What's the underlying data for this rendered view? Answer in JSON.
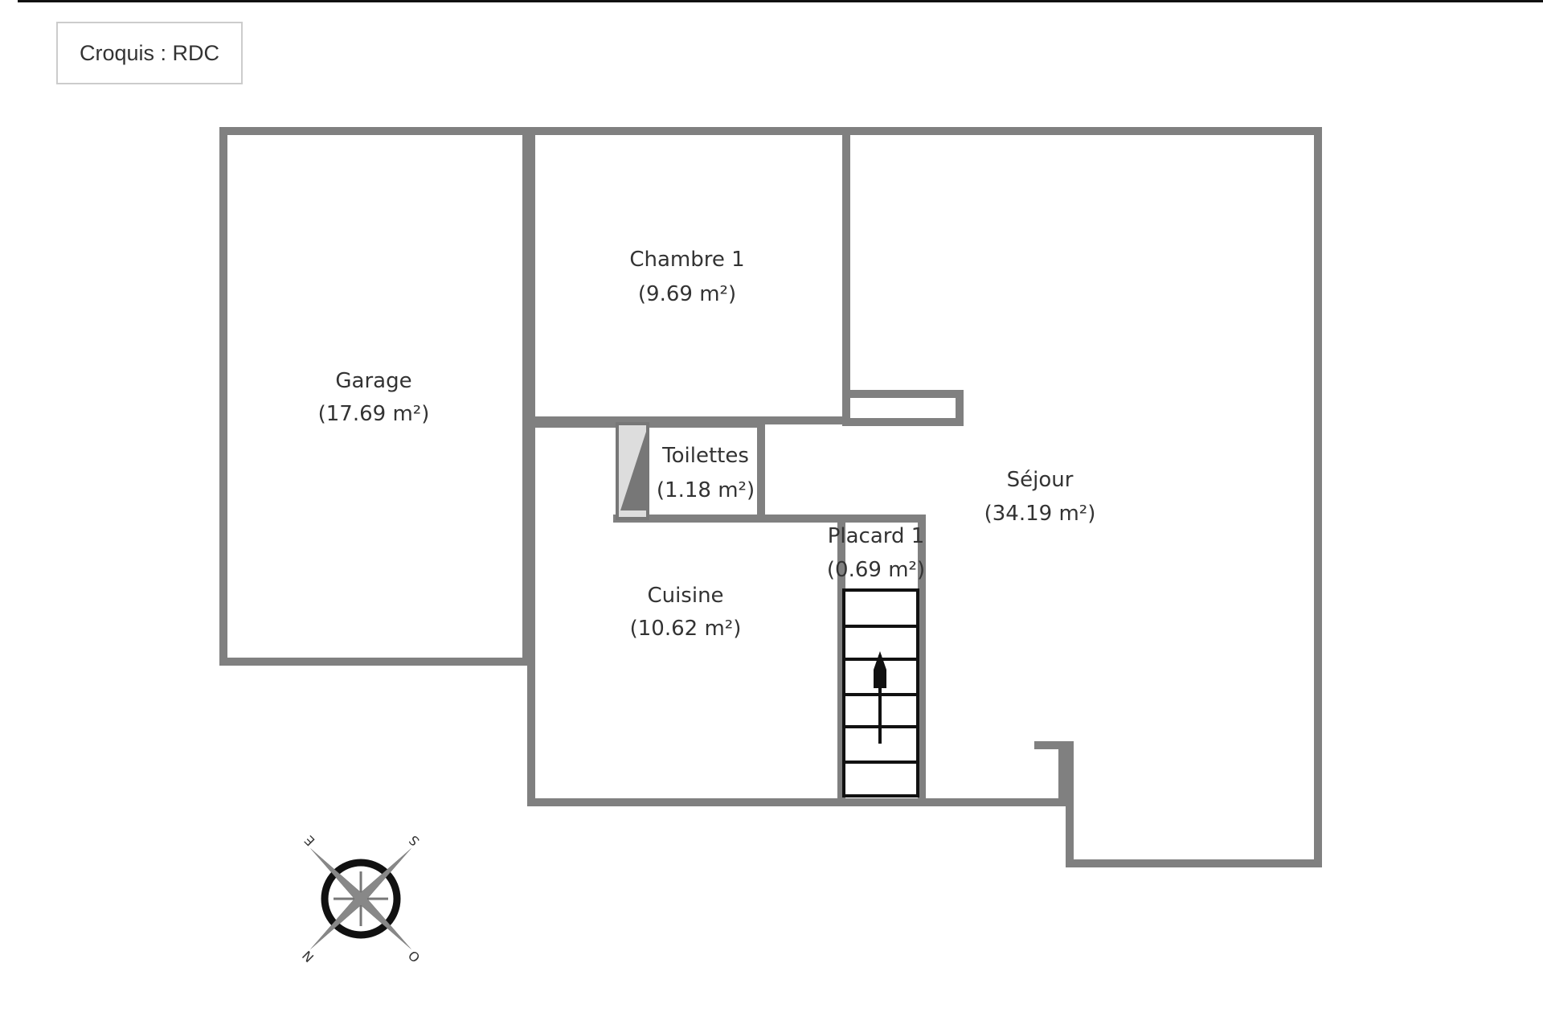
{
  "title": "Croquis : RDC",
  "rooms": [
    {
      "name": "Garage",
      "area": "(17.69 m²)"
    },
    {
      "name": "Chambre 1",
      "area": "(9.69 m²)"
    },
    {
      "name": "Toilettes",
      "area": "(1.18 m²)"
    },
    {
      "name": "Séjour",
      "area": "(34.19 m²)"
    },
    {
      "name": "Placard 1",
      "area": "(0.69 m²)"
    },
    {
      "name": "Cuisine",
      "area": "(10.62 m²)"
    }
  ],
  "compass": {
    "top_left": "E",
    "top_right": "S",
    "bottom_left": "N",
    "bottom_right": "O"
  },
  "colors": {
    "wall": "#808080",
    "stairs": "#111111"
  }
}
